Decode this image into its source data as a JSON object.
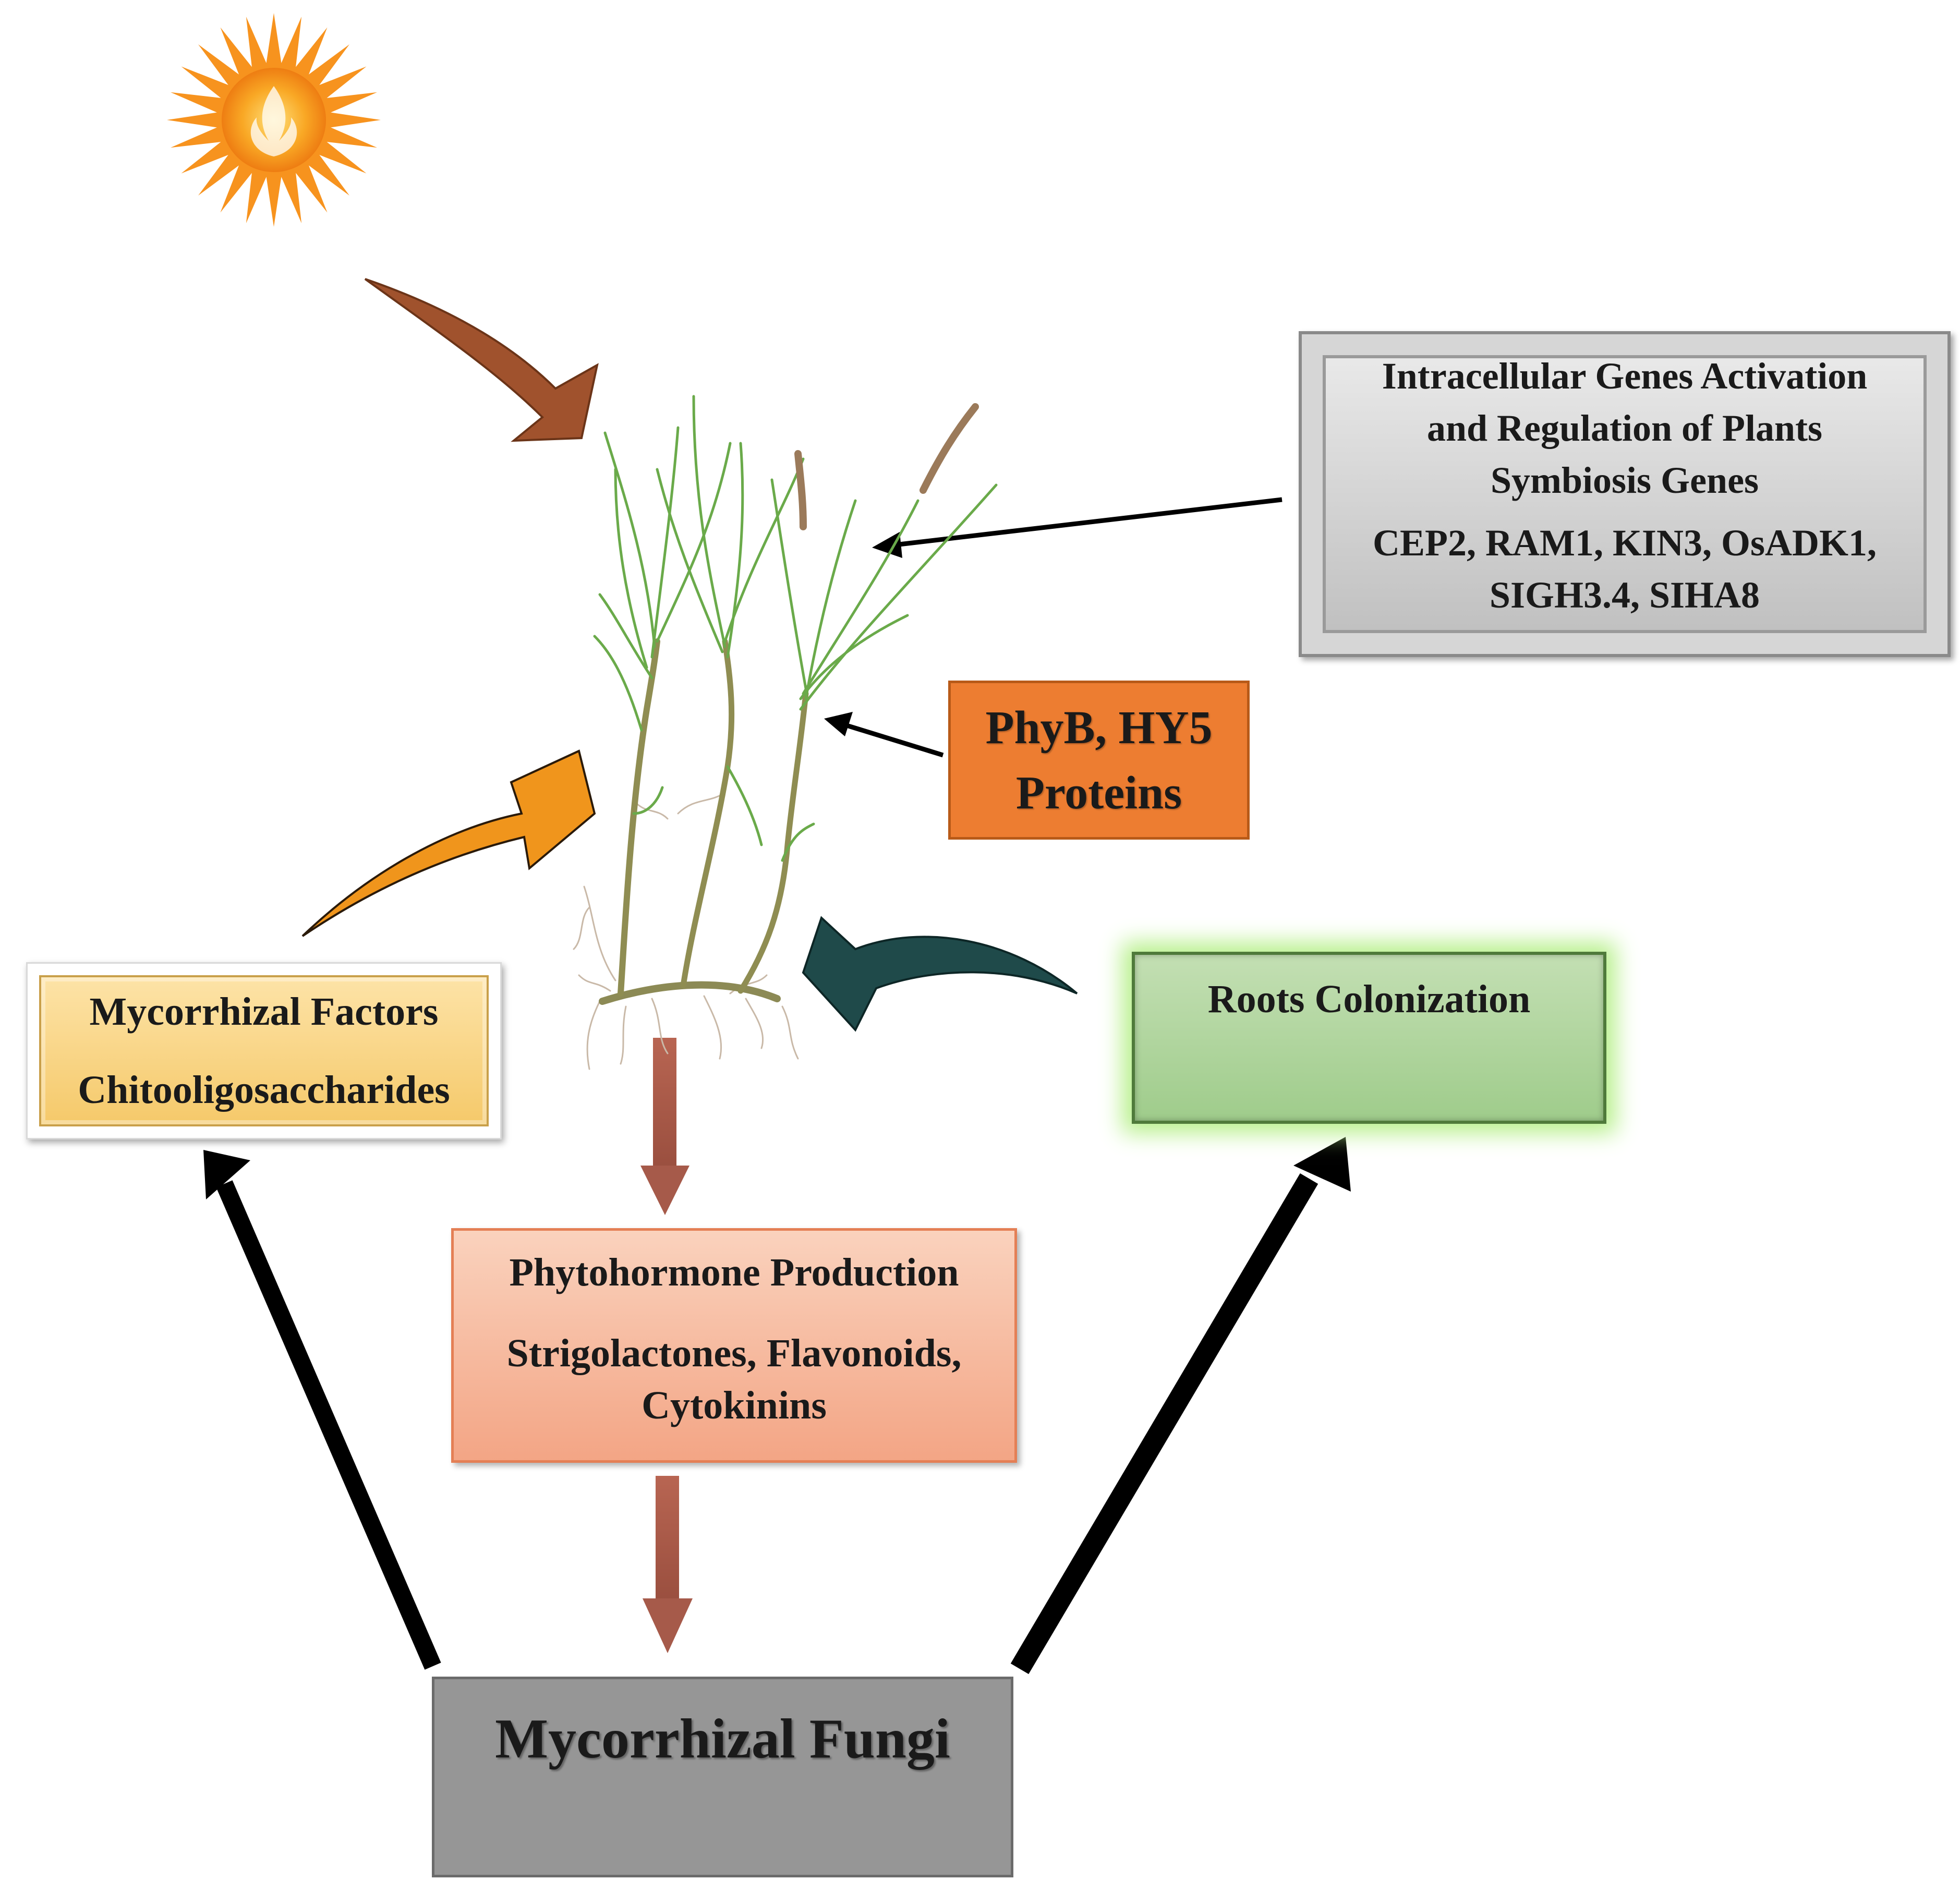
{
  "colors": {
    "sun_core": "#f39a1e",
    "sun_rays": "#f7931e",
    "light_arrow": "#a0522d",
    "factor_arrow": "#f0951c",
    "colonization_arrow": "#1f4a4a",
    "hormone_arrow": "#a65a4a",
    "black_arrow": "#000000",
    "grass_green": "#6aaa4a",
    "grass_stem": "#8a8a4a"
  },
  "genes_box": {
    "title_line1": "Intracellular Genes Activation",
    "title_line2": "and Regulation of Plants",
    "title_line3": "Symbiosis Genes",
    "genes_line1": "CEP2, RAM1, KIN3, OsADK1,",
    "genes_line2": "SIGH3.4, SIHA8"
  },
  "phyb_box": {
    "line1": "PhyB, HY5",
    "line2": "Proteins"
  },
  "factors_box": {
    "line1": "Mycorrhizal Factors",
    "line2": "Chitooligosaccharides"
  },
  "roots_box": {
    "label": "Roots Colonization"
  },
  "hormone_box": {
    "line1": "Phytohormone Production",
    "line2": "Strigolactones, Flavonoids,",
    "line3": "Cytokinins"
  },
  "fungi_box": {
    "label": "Mycorrhizal Fungi"
  }
}
